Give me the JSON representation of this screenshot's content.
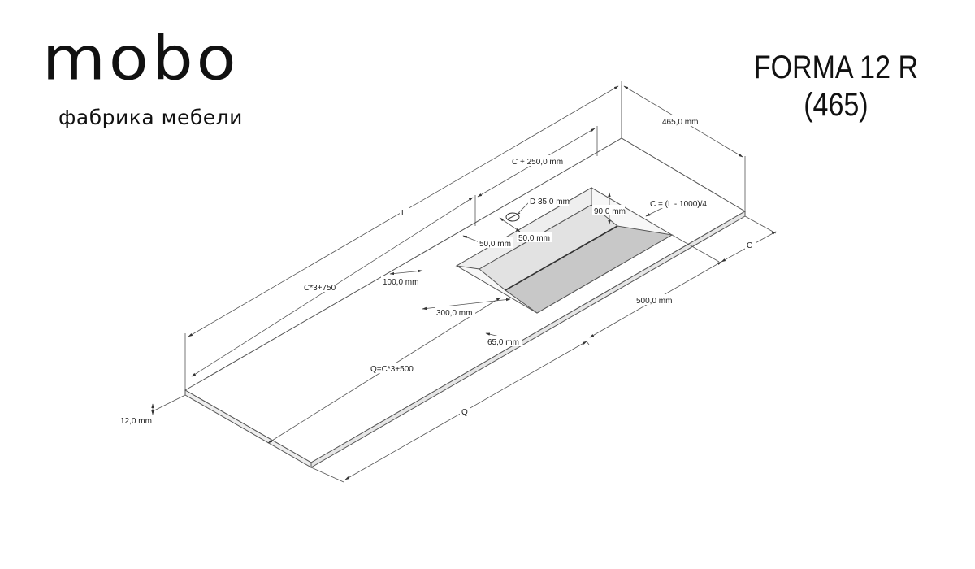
{
  "logo": {
    "wordmark": "mobo",
    "subtitle": "фабрика мебели"
  },
  "title": {
    "line1": "FORMA 12 R",
    "line2": "(465)"
  },
  "dimensions": {
    "depth": "465,0 mm",
    "c250": "C + 250,0 mm",
    "L": "L",
    "d35": "D 35,0 mm",
    "d90": "90,0 mm",
    "c_formula": "C = (L - 1000)/4",
    "c": "C",
    "mm50a": "50,0 mm",
    "mm50b": "50,0 mm",
    "c3_750": "C*3+750",
    "mm100": "100,0 mm",
    "mm300": "300,0 mm",
    "mm500": "500,0 mm",
    "mm65": "65,0 mm",
    "q_formula": "Q=C*3+500",
    "q": "Q",
    "thickness": "12,0 mm"
  },
  "colors": {
    "line": "#555555",
    "basin": "#c8c8c8",
    "top": "#ffffff",
    "edge": "#e6e6e6"
  }
}
